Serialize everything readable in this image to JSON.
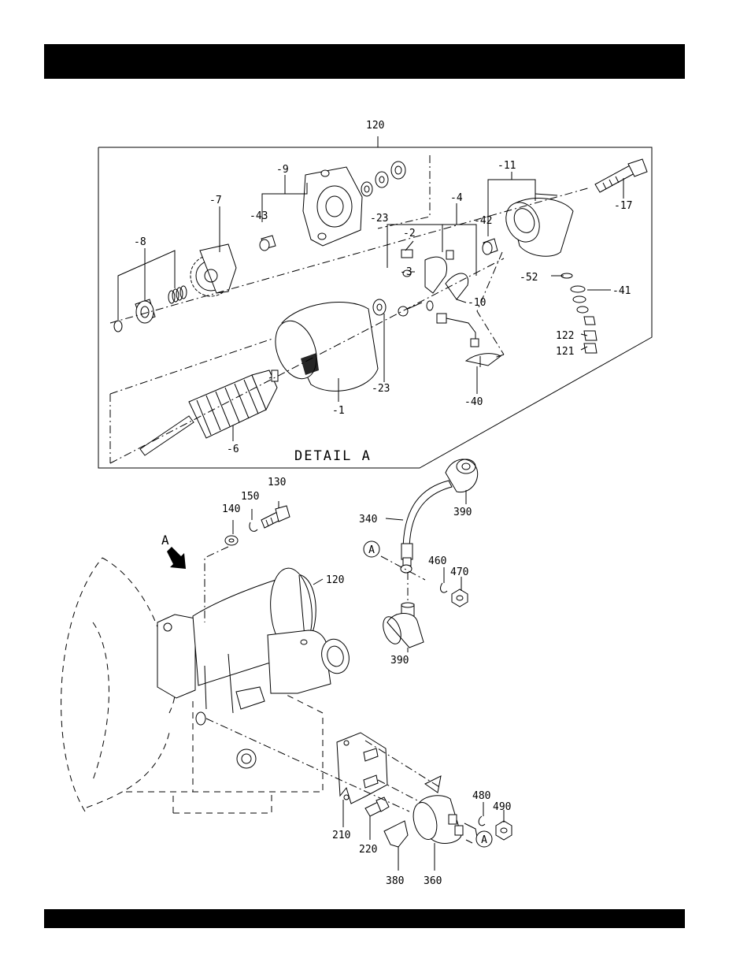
{
  "detail_title": "DETAIL A",
  "view_marker": "A",
  "callout_marker": "A",
  "labels": {
    "assembly_120_top": "120",
    "p9": "-9",
    "p7": "-7",
    "p8": "-8",
    "p43": "-43",
    "p23a": "-23",
    "p4": "-4",
    "p2": "-2",
    "p3": "-3",
    "p10": "-10",
    "p11": "-11",
    "p42": "-42",
    "p17": "-17",
    "p52": "-52",
    "p41": "-41",
    "p122": "122",
    "p121": "121",
    "p1": "-1",
    "p23b": "-23",
    "p40": "-40",
    "p6": "-6",
    "p130": "130",
    "p150": "150",
    "p140": "140",
    "p120b": "120",
    "p340": "340",
    "p390a": "390",
    "p460": "460",
    "p470": "470",
    "p390b": "390",
    "p480": "480",
    "p490": "490",
    "p210": "210",
    "p220": "220",
    "p380": "380",
    "p360": "360"
  }
}
